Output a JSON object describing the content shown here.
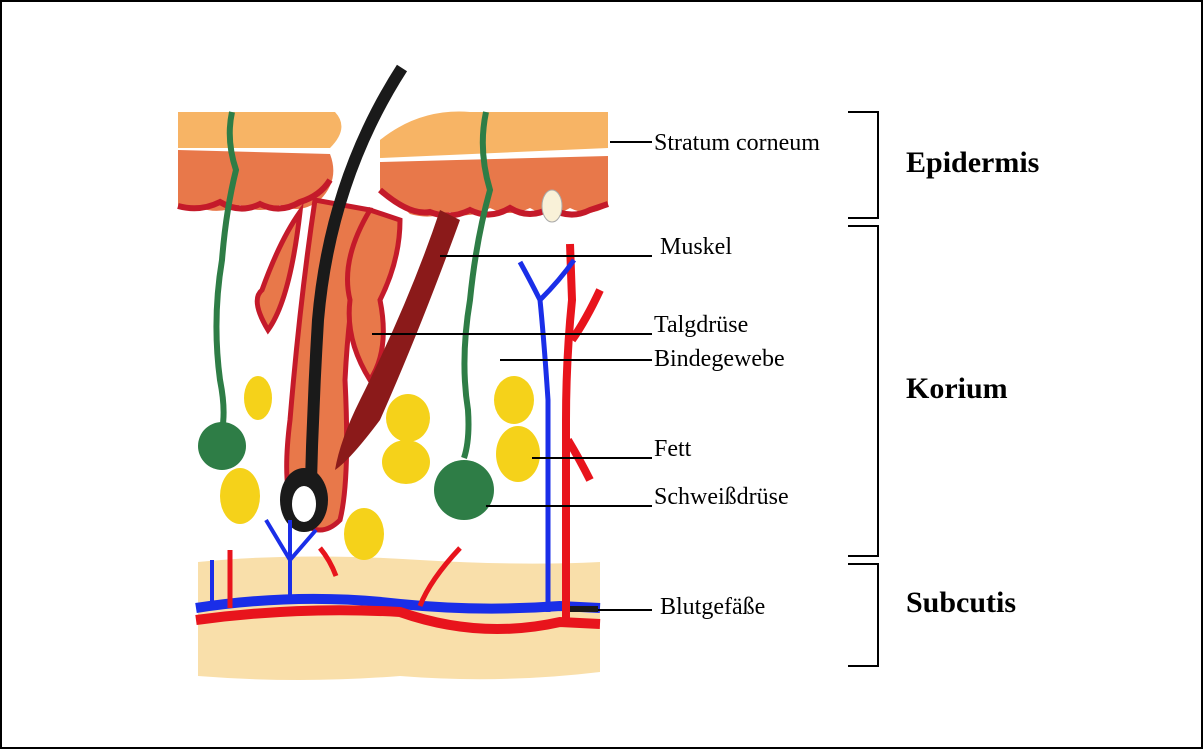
{
  "labels": {
    "stratum_corneum": "Stratum corneum",
    "muskel": "Muskel",
    "talgdruese": "Talgdrüse",
    "bindegewebe": "Bindegewebe",
    "fett": "Fett",
    "schweissdruese": "Schweißdrüse",
    "blutgefaesse": "Blutgefäße"
  },
  "regions": {
    "epidermis": "Epidermis",
    "korium": "Korium",
    "subcutis": "Subcutis"
  },
  "colors": {
    "stratum": "#f7b465",
    "epidermis": "#e8784a",
    "dermis_border": "#c41a2a",
    "muscle": "#8b1a1a",
    "sweat_gland": "#2e7d46",
    "fat": "#f5d21a",
    "subcutis": "#f9dfaa",
    "artery": "#e8141c",
    "vein": "#1a2ee8",
    "hair": "#1a1a1a"
  }
}
